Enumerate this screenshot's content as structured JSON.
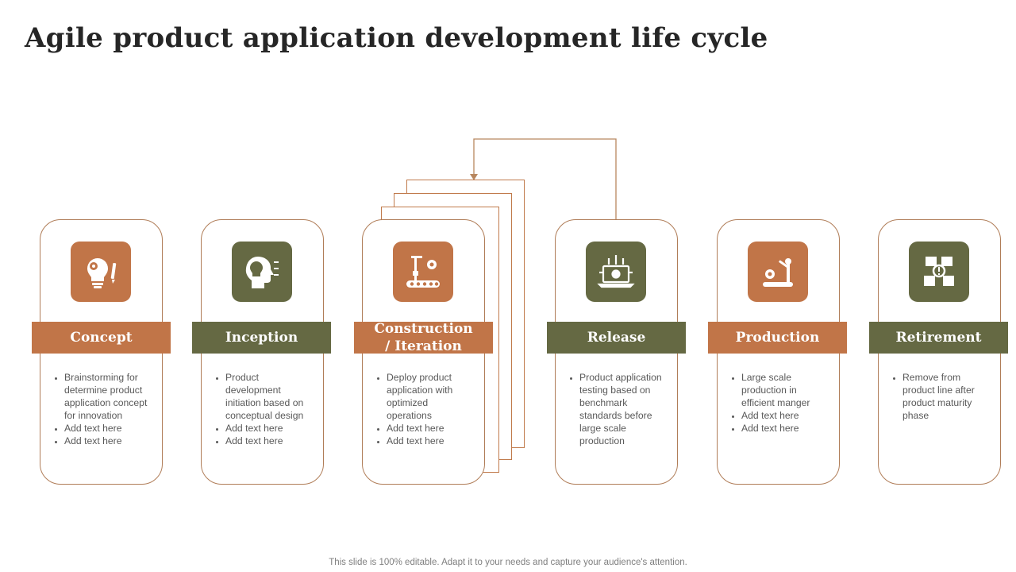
{
  "title": "Agile product application development life cycle",
  "footer": "This slide is 100% editable. Adapt it to your needs and capture your audience's attention.",
  "colors": {
    "orange": "#c17548",
    "olive": "#656943",
    "border": "#b07d58"
  },
  "stages": [
    {
      "label": "Concept",
      "icon": "lightbulb-gear-pencil-icon",
      "bullets": [
        "Brainstorming for determine product application concept for innovation",
        "Add text here",
        "Add text here"
      ]
    },
    {
      "label": "Inception",
      "icon": "head-lightbulb-icon",
      "bullets": [
        "Product development initiation based on conceptual design",
        "Add text here",
        "Add text here"
      ]
    },
    {
      "label": "Construction / Iteration",
      "icon": "robotic-arm-conveyor-icon",
      "bullets": [
        "Deploy product application with optimized operations",
        "Add text here",
        "Add text here"
      ]
    },
    {
      "label": "Release",
      "icon": "laptop-network-gear-icon",
      "bullets": [
        "Product application testing based on benchmark standards before large scale production"
      ]
    },
    {
      "label": "Production",
      "icon": "robot-arm-gear-icon",
      "bullets": [
        "Large scale production in efficient manger",
        "Add text here",
        "Add text here"
      ]
    },
    {
      "label": "Retirement",
      "icon": "boxes-cycle-icon",
      "bullets": [
        "Remove from product line after product maturity phase"
      ]
    }
  ]
}
